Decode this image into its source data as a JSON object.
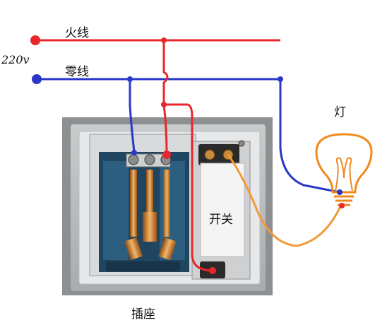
{
  "labels": {
    "live_wire": "火线",
    "neutral_wire": "零线",
    "voltage": "220v",
    "lamp": "灯",
    "switch": "开关",
    "socket": "插座"
  },
  "colors": {
    "live": "#e8262c",
    "neutral": "#2a37c9",
    "switch_lamp_wire": "#f29a3a",
    "lamp_outline": "#f08a1e"
  },
  "icons": [
    "lightbulb-icon"
  ]
}
